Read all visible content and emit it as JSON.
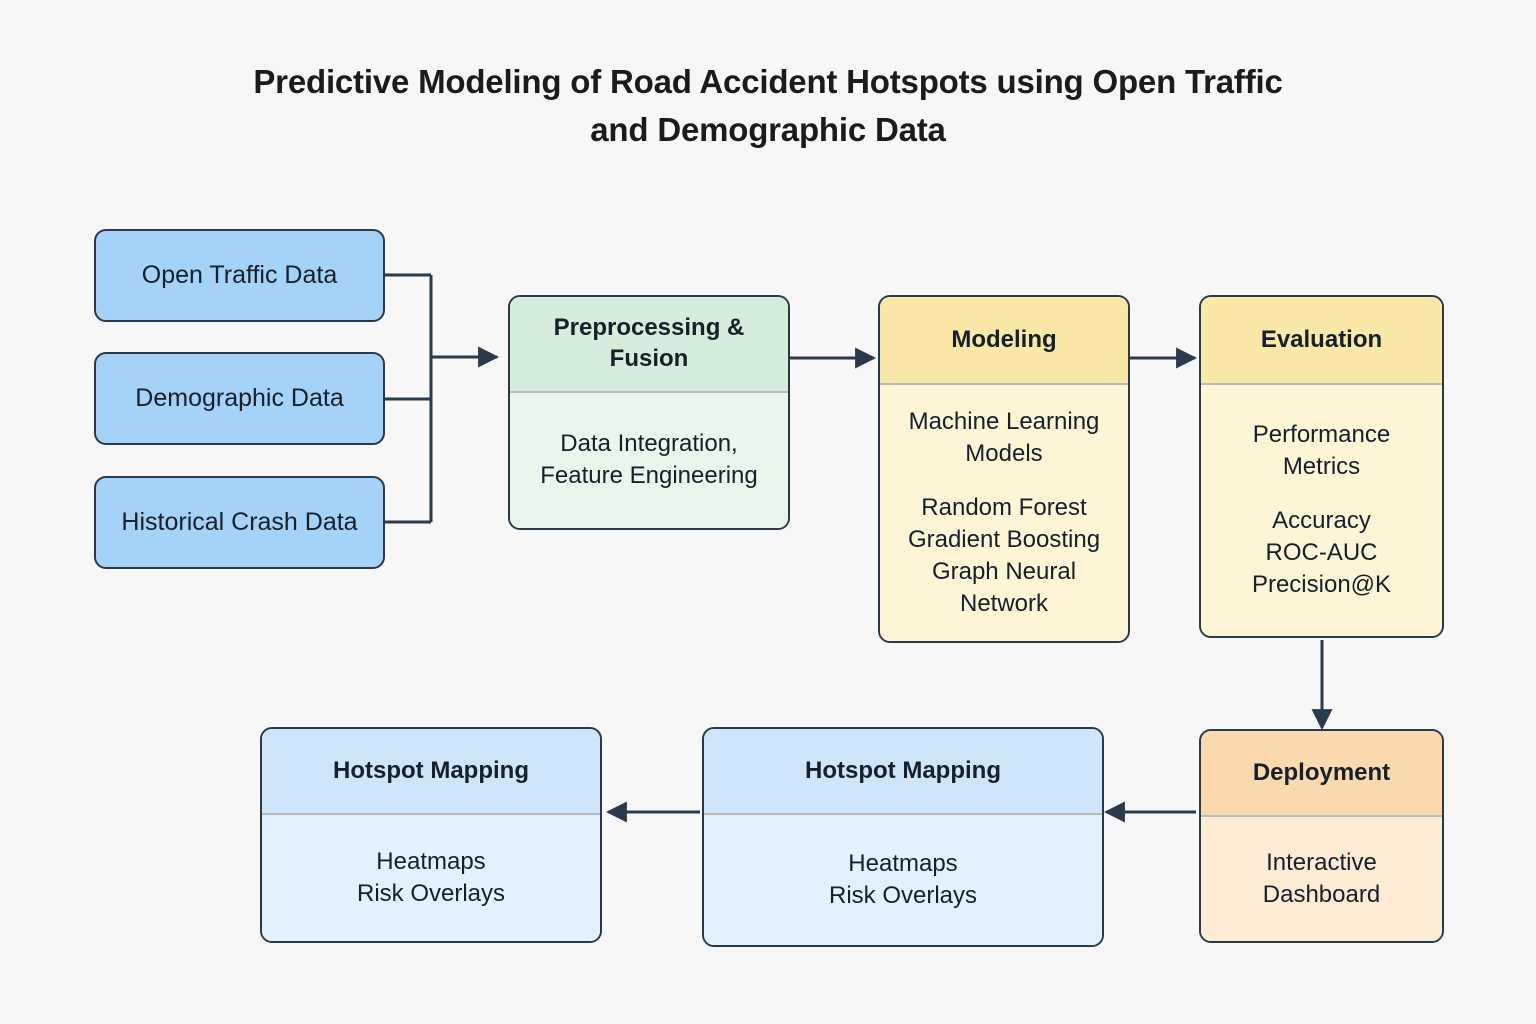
{
  "diagram": {
    "title_line1": "Predictive Modeling of Road Accident Hotspots using Open Traffic",
    "title_line2": "and Demographic Data",
    "background_color": "#f7f7f7",
    "edge_color": "#2b3a4a"
  },
  "inputs": [
    {
      "label": "Open Traffic Data",
      "color": "#a5d2f7"
    },
    {
      "label": "Demographic Data",
      "color": "#a5d2f7"
    },
    {
      "label": "Historical Crash Data",
      "color": "#a5d2f7"
    }
  ],
  "stages": {
    "preprocessing": {
      "title": "Preprocessing & Fusion",
      "title_line1": "Preprocessing &",
      "title_line2": "Fusion",
      "body_line1": "Data Integration,",
      "body_line2": "Feature Engineering",
      "header_color": "#d6eddc",
      "body_color": "#e8f6ec"
    },
    "modeling": {
      "title": "Modeling",
      "group1_line1": "Machine Learning",
      "group1_line2": "Models",
      "group2_line1": "Random Forest",
      "group2_line2": "Gradient Boosting",
      "group2_line3": "Graph Neural",
      "group2_line4": "Network",
      "header_color": "#fae8a8",
      "body_color": "#fdf5d6"
    },
    "evaluation": {
      "title": "Evaluation",
      "group1_line1": "Performance",
      "group1_line2": "Metrics",
      "group2_line1": "Accuracy",
      "group2_line2": "ROC-AUC",
      "group2_line3": "Precision@K",
      "header_color": "#fae8a8",
      "body_color": "#fdf5d6"
    },
    "deployment": {
      "title": "Deployment",
      "body_line1": "Interactive",
      "body_line2": "Dashboard",
      "header_color": "#fad9ae",
      "body_color": "#fdebd3"
    },
    "hotspot_center": {
      "title": "Hotspot Mapping",
      "body_line1": "Heatmaps",
      "body_line2": "Risk Overlays",
      "header_color": "#cfe6fa",
      "body_color": "#e3f1fd"
    },
    "hotspot_left": {
      "title": "Hotspot Mapping",
      "body_line1": "Heatmaps",
      "body_line2": "Risk Overlays",
      "header_color": "#cfe6fa",
      "body_color": "#e3f1fd"
    }
  }
}
